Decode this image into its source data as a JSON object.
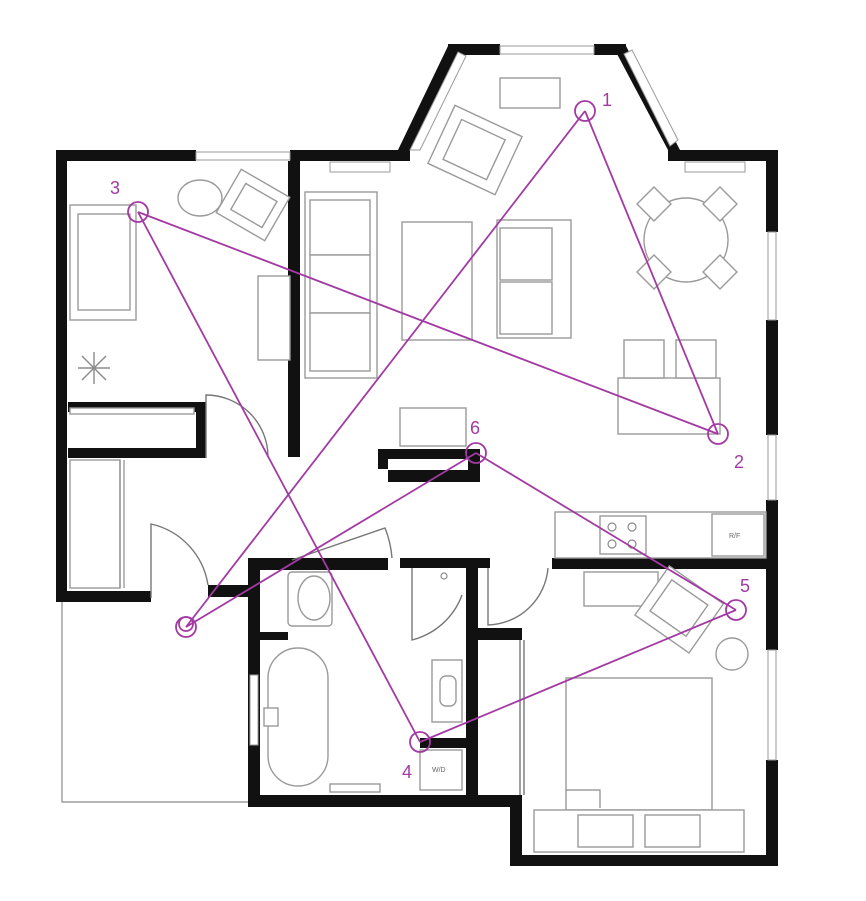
{
  "diagram": {
    "accent_color": "#a33aa3",
    "wall_color": "#111111",
    "points": [
      {
        "id": "p1",
        "label": "1"
      },
      {
        "id": "p2",
        "label": "2"
      },
      {
        "id": "p3",
        "label": "3"
      },
      {
        "id": "p4",
        "label": "4"
      },
      {
        "id": "p5",
        "label": "5"
      },
      {
        "id": "p6",
        "label": "6"
      }
    ],
    "connections": [
      [
        "p1",
        "p2"
      ],
      [
        "p3",
        "p2"
      ],
      [
        "p3",
        "p4"
      ],
      [
        "p1",
        "p7"
      ],
      [
        "p6",
        "p7"
      ],
      [
        "p6",
        "p5"
      ],
      [
        "p4",
        "p5"
      ]
    ],
    "appliance_labels": {
      "fridge": "R/F",
      "washer": "W/D"
    }
  }
}
